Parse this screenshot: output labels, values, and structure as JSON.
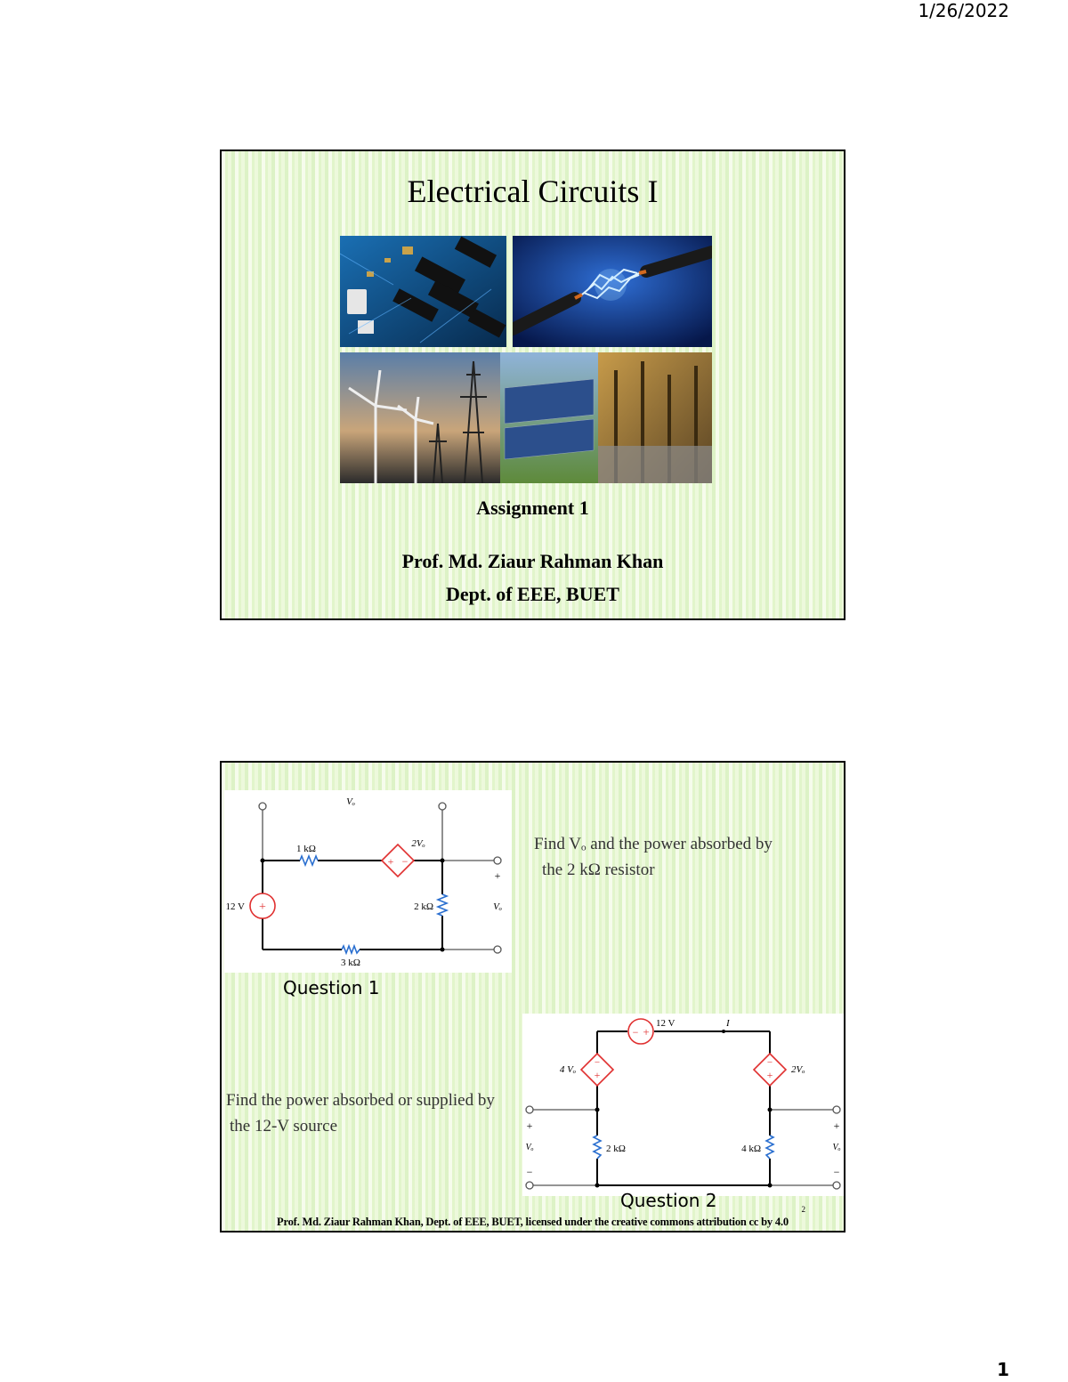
{
  "header": {
    "date": "1/26/2022"
  },
  "footer": {
    "page_number": "1"
  },
  "slide1": {
    "title": "Electrical Circuits I",
    "subtitle": "Assignment 1",
    "author": "Prof. Md. Ziaur Rahman Khan",
    "department": "Dept. of EEE, BUET"
  },
  "slide2": {
    "q1": {
      "label": "Question 1",
      "prompt_line1": "Find Vₒ and the power absorbed by",
      "prompt_line2": "the 2 kΩ resistor",
      "labels": {
        "r1": "1 kΩ",
        "r2": "2 kΩ",
        "r3": "3 kΩ",
        "src": "12 V",
        "dep": "2Vₒ",
        "vo_top": "Vₒ",
        "vo_right": "Vₒ",
        "plus": "+"
      }
    },
    "q2": {
      "label": "Question 2",
      "prompt_line1": "Find the power absorbed or supplied by",
      "prompt_line2": "the 12-V source",
      "labels": {
        "src": "12 V",
        "dep_left": "4 Vₒ",
        "dep_right": "2Vₒ",
        "r_left": "2 kΩ",
        "r_right": "4 kΩ",
        "current": "I",
        "v_left": "Vₒ",
        "v_right": "Vₒ",
        "plus": "+",
        "minus": "−"
      }
    },
    "slide_number": "2",
    "credit": "Prof. Md. Ziaur Rahman Khan, Dept. of EEE, BUET, licensed under the creative commons attribution cc by 4.0"
  }
}
